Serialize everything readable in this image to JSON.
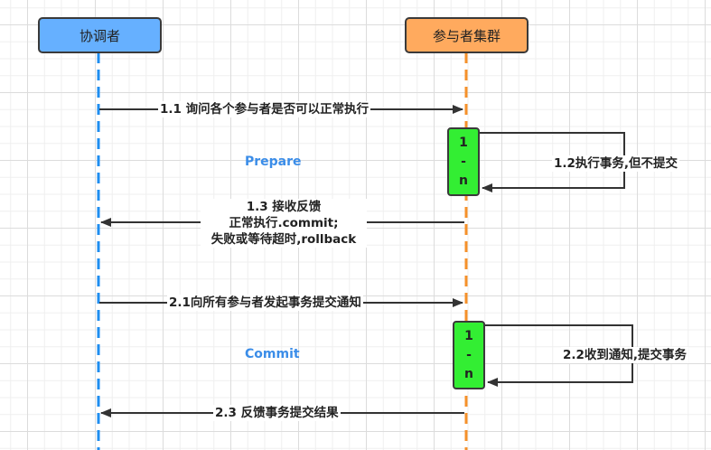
{
  "actors": {
    "coordinator": {
      "label": "协调者",
      "color": "#66b0ff",
      "lifeline_color": "#1f8ef0"
    },
    "participants": {
      "label": "参与者集群",
      "color": "#ffaa5e",
      "lifeline_color": "#f5902a"
    }
  },
  "phases": {
    "prepare": "Prepare",
    "commit": "Commit"
  },
  "activation": {
    "line1": "1",
    "line2": "-",
    "line3": "n",
    "color": "#33ee33"
  },
  "messages": [
    {
      "id": "1.1",
      "text": "1.1 询问各个参与者是否可以正常执行",
      "direction": "coordinator-to-participants"
    },
    {
      "id": "1.2",
      "text": "1.2执行事务,但不提交",
      "direction": "self"
    },
    {
      "id": "1.3",
      "lines": [
        "1.3 接收反馈",
        "正常执行.commit;",
        "失败或等待超时,rollback"
      ],
      "direction": "participants-to-coordinator"
    },
    {
      "id": "2.1",
      "text": "2.1向所有参与者发起事务提交通知",
      "direction": "coordinator-to-participants"
    },
    {
      "id": "2.2",
      "text": "2.2收到通知,提交事务",
      "direction": "self"
    },
    {
      "id": "2.3",
      "text": "2.3 反馈事务提交结果",
      "direction": "participants-to-coordinator"
    }
  ]
}
